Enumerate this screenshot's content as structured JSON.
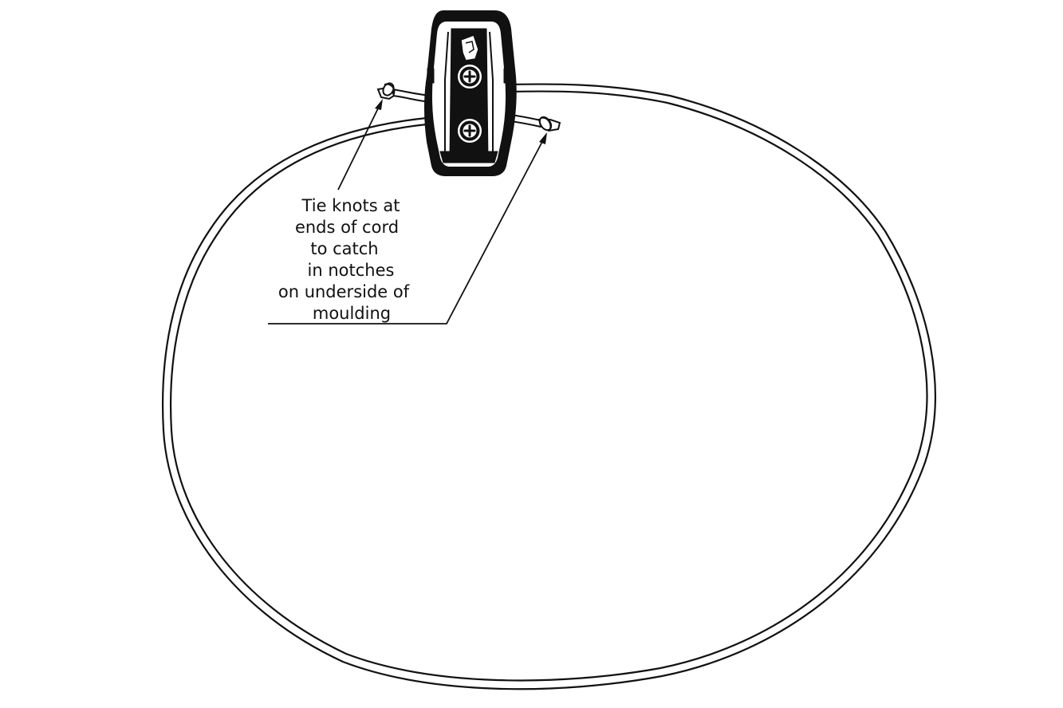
{
  "callout": {
    "lines": [
      "Tie knots at",
      "ends of cord",
      "to catch",
      "in notches",
      "on underside of",
      "moulding"
    ]
  },
  "colors": {
    "line": "#111111",
    "background": "#ffffff"
  },
  "parts": {
    "moulding": "moulding-clip",
    "screws": [
      "upper-screw",
      "lower-screw"
    ],
    "knots": [
      "left-knot",
      "right-knot"
    ]
  }
}
